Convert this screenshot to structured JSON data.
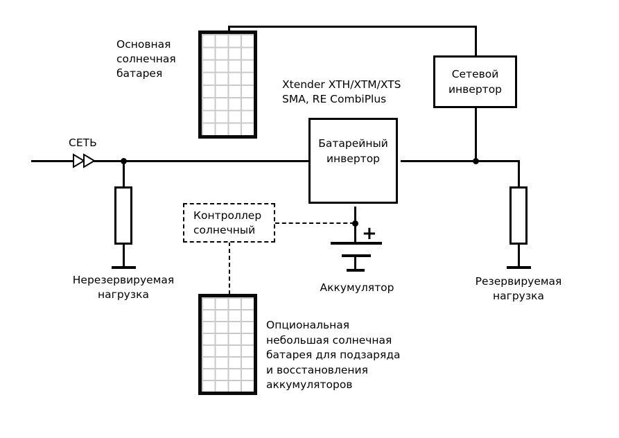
{
  "diagram": {
    "mains_label": "СЕТЬ",
    "main_panel_label": [
      "Основная",
      "солнечная",
      "батарея"
    ],
    "xtender_label": [
      "Xtender XTH/XTM/XTS",
      "SMA, RE CombiPlus"
    ],
    "grid_inverter": [
      "Сетевой",
      "инвертор"
    ],
    "battery_inverter": [
      "Батарейный",
      "инвертор"
    ],
    "controller": [
      "Контроллер",
      "солнечный"
    ],
    "battery_label": "Аккумулятор",
    "plus_sign": "+",
    "left_load": [
      "Нерезервируемая",
      "нагрузка"
    ],
    "right_load": [
      "Резервируемая",
      "нагрузка"
    ],
    "optional_panel_label": [
      "Опциональная",
      "небольшая солнечная",
      "батарея для подзаряда",
      "и восстановления",
      "аккумуляторов"
    ],
    "colors": {
      "line": "#000000",
      "panel_grid": "#c9c9c9",
      "background": "#ffffff"
    }
  }
}
